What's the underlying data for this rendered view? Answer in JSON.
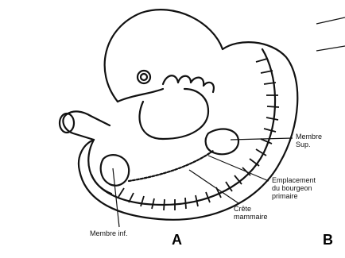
{
  "labels": {
    "membre_sup": [
      "Membre",
      "Sup."
    ],
    "emplacement": [
      "Emplacement",
      "du bourgeon",
      "primaire"
    ],
    "crete": [
      "Crête",
      "mammaire"
    ],
    "membre_inf": "Membre inf."
  },
  "panels": {
    "left": "A",
    "right": "B"
  },
  "colors": {
    "ink": "#111111",
    "paper": "#ffffff"
  }
}
